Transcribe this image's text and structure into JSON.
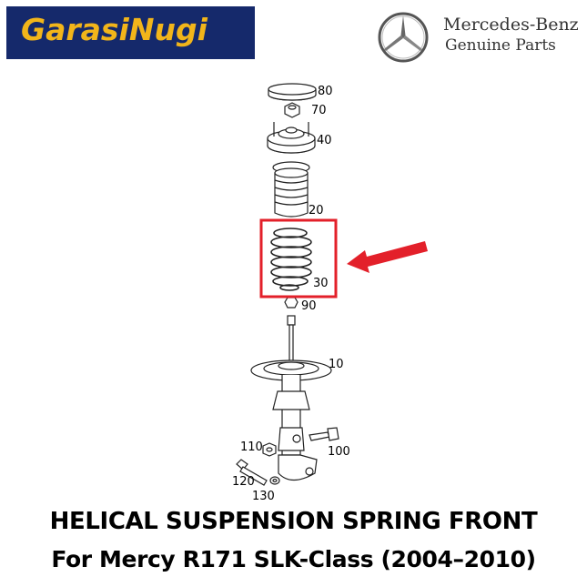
{
  "brand": {
    "shop_logo": "GarasiNugi",
    "maker_name": "Mercedes-Benz",
    "maker_tagline": "Genuine Parts"
  },
  "parts": [
    {
      "number": "80"
    },
    {
      "number": "70"
    },
    {
      "number": "40"
    },
    {
      "number": "20"
    },
    {
      "number": "30"
    },
    {
      "number": "90"
    },
    {
      "number": "10"
    },
    {
      "number": "110"
    },
    {
      "number": "100"
    },
    {
      "number": "120"
    },
    {
      "number": "130"
    }
  ],
  "highlight": {
    "part_number": "30",
    "color": "#e3202a"
  },
  "caption": {
    "line1": "HELICAL SUSPENSION SPRING FRONT",
    "line2": "For Mercy R171 SLK-Class (2004–2010)"
  },
  "colors": {
    "logo_bg": "#15296b",
    "logo_text": "#f2b51a",
    "highlight": "#e3202a"
  }
}
